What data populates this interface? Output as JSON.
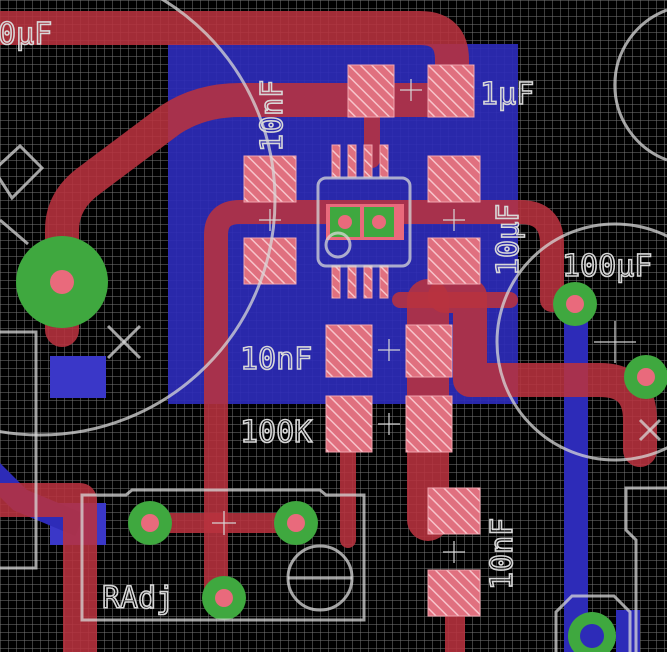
{
  "labels": {
    "cap_10uF_left": "0μF",
    "cap_1uF": "1μF",
    "cap_10nF_top": "10nF",
    "cap_10uF_mid": "10μF",
    "cap_100uF": "100μF",
    "cap_10nF_mid": "10nF",
    "res_100K": "100K",
    "pot_radj": "RAdj",
    "cap_10nF_bottom": "10nF"
  },
  "colors": {
    "background": "#000000",
    "grid": "#6e6e6e",
    "top_copper": "#b8323f",
    "bottom_copper": "#2d2bb8",
    "pad": "#e96a7c",
    "via": "#3fa83f",
    "silkscreen": "#d8d8d8"
  }
}
